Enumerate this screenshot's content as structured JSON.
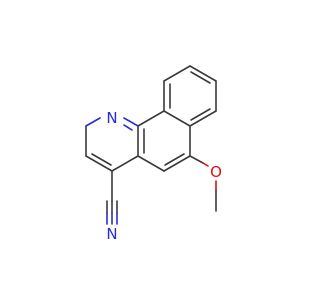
{
  "atoms": {
    "ring_nitrogen": "N",
    "nitrile_nitrogen": "N",
    "methoxy_oxygen": "O"
  },
  "colors": {
    "bond": "#3a3a3a",
    "nitrogen": "#2a2ad8",
    "oxygen": "#e01010",
    "background": "#ffffff"
  }
}
